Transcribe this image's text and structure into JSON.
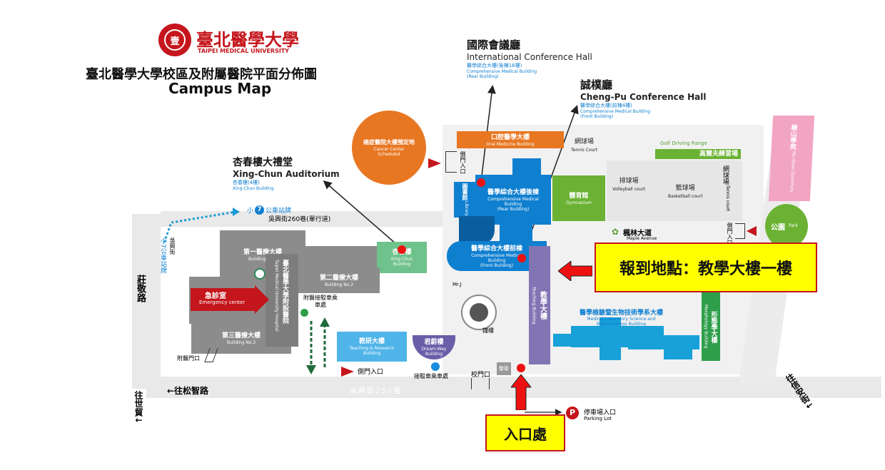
{
  "header": {
    "logo_text": "臺北醫學大學",
    "logo_sub": "TAIPEI MEDICAL UNIVERSITY",
    "title_zh": "臺北醫學大學校區及附屬醫院平面分佈圖",
    "title_en": "Campus Map"
  },
  "venues": {
    "international": {
      "zh": "國際會議廳",
      "en": "International Conference Hall",
      "sub_zh": "醫學綜合大樓(後棟16樓)",
      "sub_en1": "Comprehensive Medical Building",
      "sub_en2": "(Rear Building)"
    },
    "chengpu": {
      "zh": "誠樸廳",
      "en": "Cheng-Pu Conference Hall",
      "sub_zh": "醫學綜合大樓(前棟4樓)",
      "sub_en1": "Comprehensive Medical Building",
      "sub_en2": "(Front Building)"
    },
    "xingchun": {
      "zh": "杏春樓大禮堂",
      "en": "Xing-Chun Auditorium",
      "sub_zh": "杏春樓(4樓)",
      "sub_en": "Xing-Chun Building"
    }
  },
  "buildings": {
    "cancer": {
      "zh": "癌症醫院大樓預定地",
      "en1": "Cancer Center",
      "en2": "Scheduled"
    },
    "oral": {
      "zh": "口腔醫學大樓",
      "en": "Oral Medicine Building"
    },
    "rear": {
      "zh": "醫學綜合大樓後棟",
      "en1": "Comprehensive Medical",
      "en2": "Building",
      "en3": "(Rear Building)"
    },
    "front": {
      "zh": "醫學綜合大樓前棟",
      "en1": "Comprehensive Medical",
      "en2": "Building",
      "en3": "(Front Building)"
    },
    "library": {
      "zh": "圖書館",
      "en": "Library"
    },
    "gym": {
      "zh": "體育館",
      "en": "Gymnasium"
    },
    "xingchun": {
      "zh": "杏春樓",
      "en1": "Xing-Chun",
      "en2": "Building"
    },
    "b1": {
      "zh": "第一醫療大樓",
      "en": "Building No.1"
    },
    "b2": {
      "zh": "第二醫療大樓",
      "en": "Building No.2"
    },
    "b3": {
      "zh": "第三醫療大樓",
      "en": "Building No.3"
    },
    "hospital": {
      "zh": "臺北醫學大學附設醫院",
      "en": "Taipei Medical University Hospital"
    },
    "emergency": {
      "zh": "急診室",
      "en": "Emergency center"
    },
    "teaching_research": {
      "zh": "教研大樓",
      "en1": "Teaching & Research",
      "en2": "Building"
    },
    "dreamway": {
      "zh": "君蔚樓",
      "en1": "Dream-Way",
      "en2": "Building"
    },
    "teaching": {
      "zh": "教學大樓",
      "en": "Teaching Building"
    },
    "biotech": {
      "zh": "醫學檢驗暨生物技術學系大樓",
      "en1": "Medical Laboratory Science and",
      "en2": "Biotechnology Building"
    },
    "morphology": {
      "zh": "形態學大樓",
      "en": "Morphology Building"
    },
    "dorm": {
      "zh": "楊山學苑",
      "en": "Mu-Shan Dormitory"
    }
  },
  "courts": {
    "tennis": {
      "zh": "網球場",
      "en": "Tennis Court"
    },
    "golf": {
      "zh": "高爾夫練習場",
      "en": "Golf Driving Range"
    },
    "volleyball": {
      "zh": "排球場",
      "en": "Volleyball court"
    },
    "basketball": {
      "zh": "籃球場",
      "en": "Basketball court"
    },
    "tennis2": {
      "zh": "網球場",
      "en": "Tennis court"
    }
  },
  "places": {
    "park": {
      "zh": "公園",
      "en": "Park"
    },
    "maple": {
      "zh": "楓林大道",
      "en": "Maple Avenue"
    },
    "side_gate_top": "側門入口",
    "side_gate_right": "側門入口",
    "side_gate_bottom": "側門入口",
    "hospital_gate": "附醫門口",
    "shuttle": "附醫接駁車乘車處",
    "shuttle_stop": "接駁車乘車處",
    "school_gate": "校門口",
    "guard": "警衛",
    "bell": "鐘樓",
    "mrj": "Mr.J",
    "bus_stop_top": "公車站牌",
    "bus_stop_left": "小7公車站牌",
    "wuxing_street": "吳興街260巷(單行道)",
    "wuxing_left": "吳興街",
    "parking_zh": "停車場入口",
    "parking_en": "Parking Lot"
  },
  "roads": {
    "zhuangjing": "莊敬路",
    "songzhi": "←往松智路",
    "shimao": "往世貿↓",
    "xinan": "往信安街↓",
    "wuxing_bottom": "吳興街250巷"
  },
  "callouts": {
    "report": "報到地點：教學大樓一樓",
    "entrance": "入口處"
  },
  "colors": {
    "gray": "#8c8c8c",
    "blue": "#0f7fd0",
    "green": "#5a9e3a",
    "orange": "#e87722",
    "red": "#c4161c",
    "purple": "#8275b3",
    "pink": "#f2a5c3",
    "callout_bg": "#ffff00"
  }
}
